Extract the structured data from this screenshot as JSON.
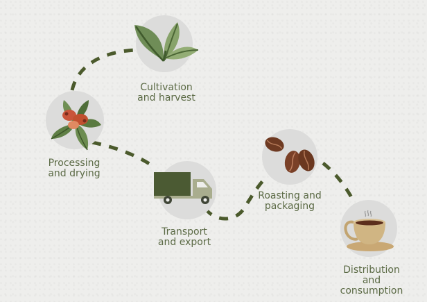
{
  "diagram": {
    "type": "process-flow",
    "colors": {
      "background": "#eeeeec",
      "circle": "#dcdcdb",
      "path": "#4b5a2c",
      "text": "#5b6a45"
    },
    "steps": [
      {
        "id": "cultivation",
        "icon": "leaves-icon",
        "line1": "Cultivation",
        "line2": "and harvest",
        "line3": ""
      },
      {
        "id": "processing",
        "icon": "coffee-cherries-icon",
        "line1": "Processing",
        "line2": "and drying",
        "line3": ""
      },
      {
        "id": "transport",
        "icon": "truck-icon",
        "line1": "Transport",
        "line2": "and export",
        "line3": ""
      },
      {
        "id": "roasting",
        "icon": "coffee-beans-icon",
        "line1": "Roasting and",
        "line2": "packaging",
        "line3": ""
      },
      {
        "id": "distribution",
        "icon": "coffee-cup-icon",
        "line1": "Distribution",
        "line2": "and",
        "line3": "consumption"
      }
    ]
  }
}
